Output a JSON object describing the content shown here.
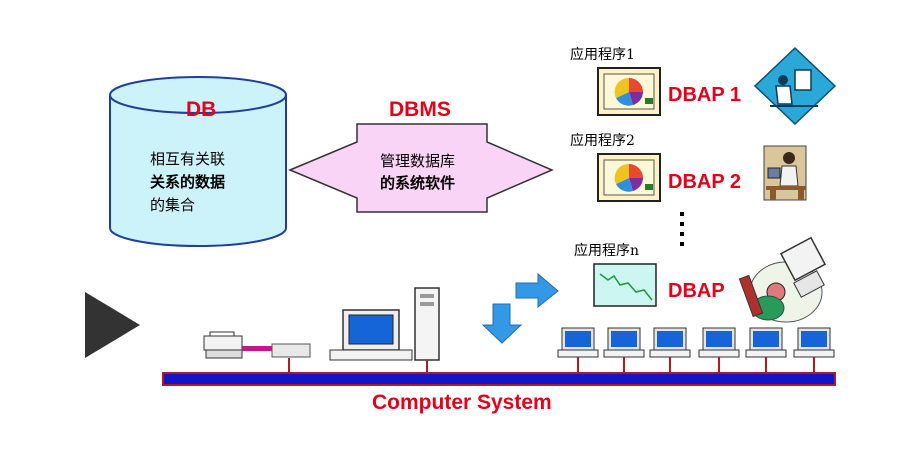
{
  "db": {
    "title": "DB",
    "description_line1": "相互有关联",
    "description_line2": "关系的数据",
    "description_line3": "的集合"
  },
  "dbms": {
    "title": "DBMS",
    "description_line1": "管理数据库",
    "description_line2": "的系统软件"
  },
  "apps": [
    {
      "program_label": "应用程序1",
      "dbap_label": "DBAP 1"
    },
    {
      "program_label": "应用程序2",
      "dbap_label": "DBAP 2"
    },
    {
      "program_label": "应用程序n",
      "dbap_label": "DBAP"
    }
  ],
  "footer": {
    "computer_system_label": "Computer System"
  },
  "colors": {
    "accent_red": "#e3001b",
    "db_fill": "#ccf2fa",
    "dbms_fill": "#fad4f7",
    "network_bar": "#1515c8",
    "arrow_blue": "#3399e6"
  }
}
